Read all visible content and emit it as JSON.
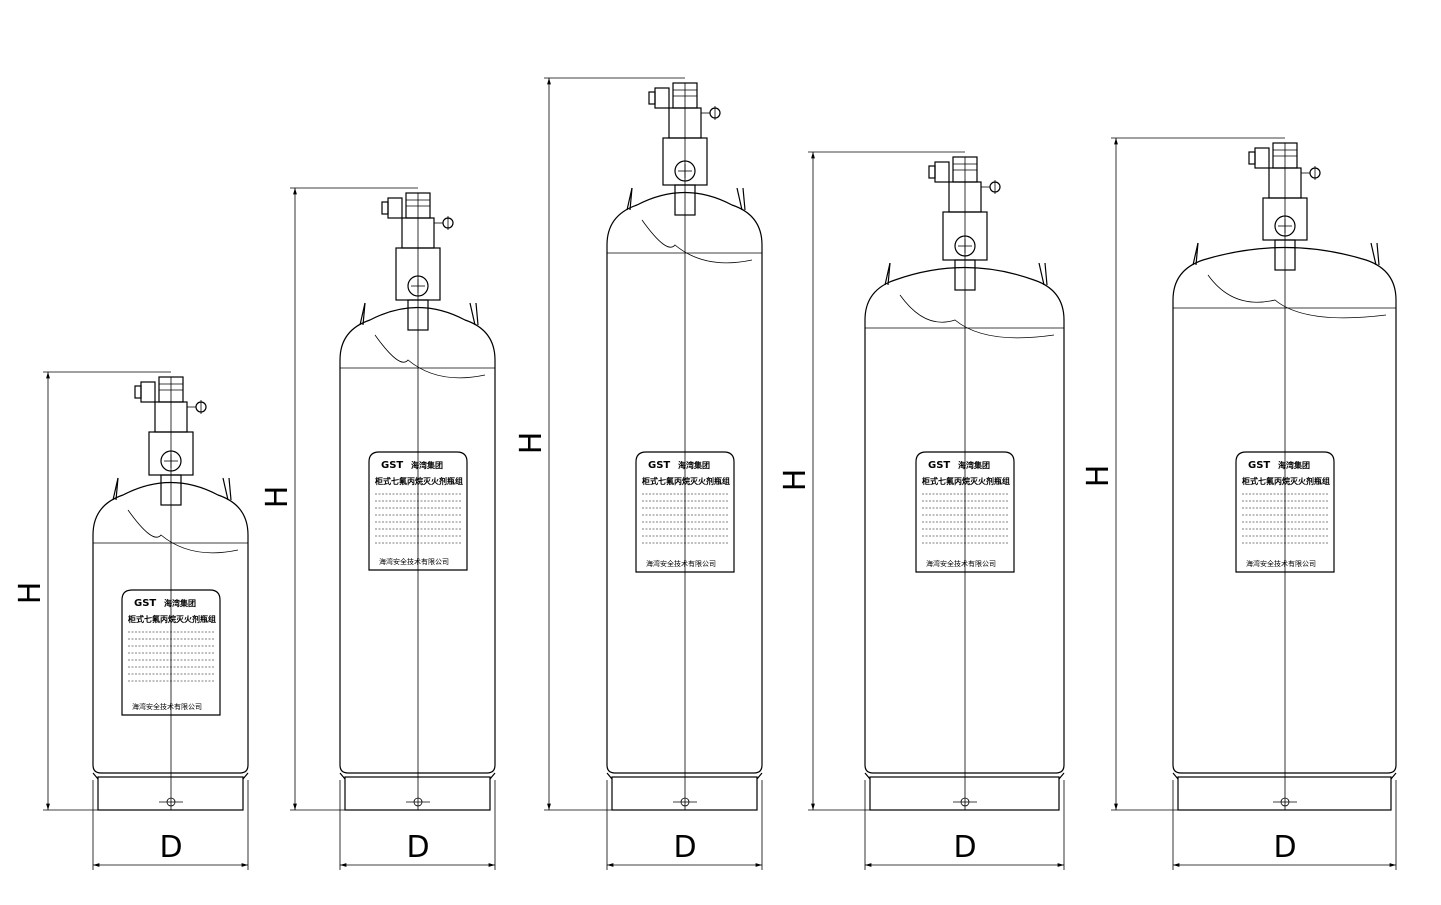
{
  "dimension_labels": {
    "height": "H",
    "diameter": "D"
  },
  "nameplate": {
    "brand": "GST",
    "group": "海湾集团",
    "product": "柜式七氟丙烷灭火剂瓶组",
    "maker": "海湾安全技术有限公司"
  },
  "cylinders": [
    {
      "id": "cyl-1"
    },
    {
      "id": "cyl-2"
    },
    {
      "id": "cyl-3"
    },
    {
      "id": "cyl-4"
    },
    {
      "id": "cyl-5"
    }
  ]
}
